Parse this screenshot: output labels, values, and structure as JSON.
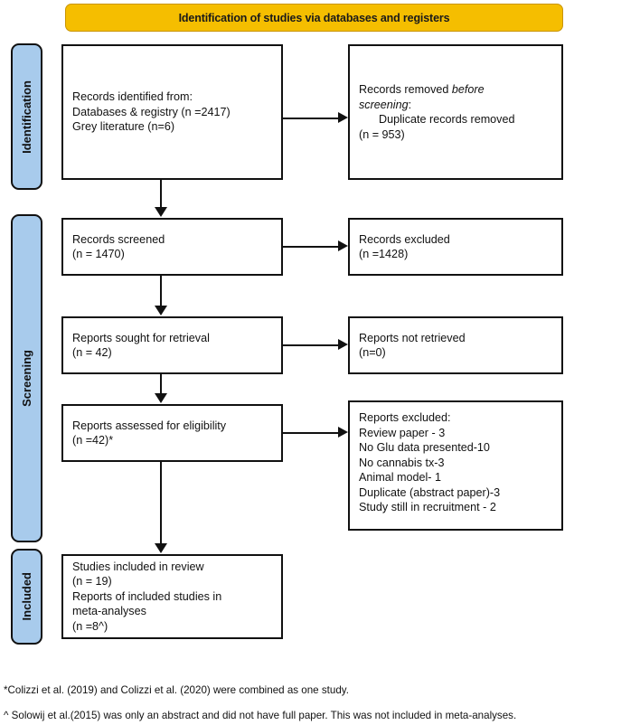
{
  "banner": {
    "title": "Identification of studies via databases and registers"
  },
  "stages": [
    {
      "id": "identification",
      "label": "Identification"
    },
    {
      "id": "screening",
      "label": "Screening"
    },
    {
      "id": "included",
      "label": "Included"
    }
  ],
  "boxes": {
    "identified": {
      "lines": [
        "Records identified from:",
        "Databases & registry (n =2417)",
        "Grey literature (n=6)"
      ]
    },
    "removed": {
      "lines": [
        "Records removed ",
        "before",
        "screening",
        ":",
        "Duplicate records removed",
        "(n = 953)"
      ],
      "line1_plain": "Records removed ",
      "line1_italic": "before",
      "line2_italic": "screening",
      "line2_plain": ":",
      "line3": "Duplicate records removed",
      "line4": "(n = 953)"
    },
    "screened": {
      "lines": [
        "Records screened",
        "(n = 1470)"
      ]
    },
    "excluded": {
      "lines": [
        "Records excluded",
        "(n =1428)"
      ]
    },
    "sought": {
      "lines": [
        "Reports sought for retrieval",
        "(n = 42)"
      ]
    },
    "not_retrieved": {
      "lines": [
        "Reports not retrieved",
        "(n=0)"
      ]
    },
    "assessed": {
      "lines": [
        "Reports assessed for eligibility",
        "(n =42)*"
      ]
    },
    "reports_excluded": {
      "lines": [
        "Reports excluded:",
        "Review paper - 3",
        "No Glu data presented-10",
        "No cannabis tx-3",
        "Animal model- 1",
        "Duplicate (abstract paper)-3",
        "Study still in recruitment - 2"
      ]
    },
    "included": {
      "lines": [
        "Studies included in review",
        "(n = 19)",
        "Reports of included studies in",
        "meta-analyses",
        "(n =8^)"
      ]
    }
  },
  "footnotes": [
    "*Colizzi et al. (2019) and Colizzi et al. (2020) were combined as one study.",
    "^ Solowij et al.(2015) was only an abstract and did not have full paper. This was not included in meta-analyses."
  ],
  "colors": {
    "banner_fill": "#F5BE00",
    "banner_border": "#C99400",
    "stage_fill": "#A8CBEC",
    "line": "#111111"
  }
}
